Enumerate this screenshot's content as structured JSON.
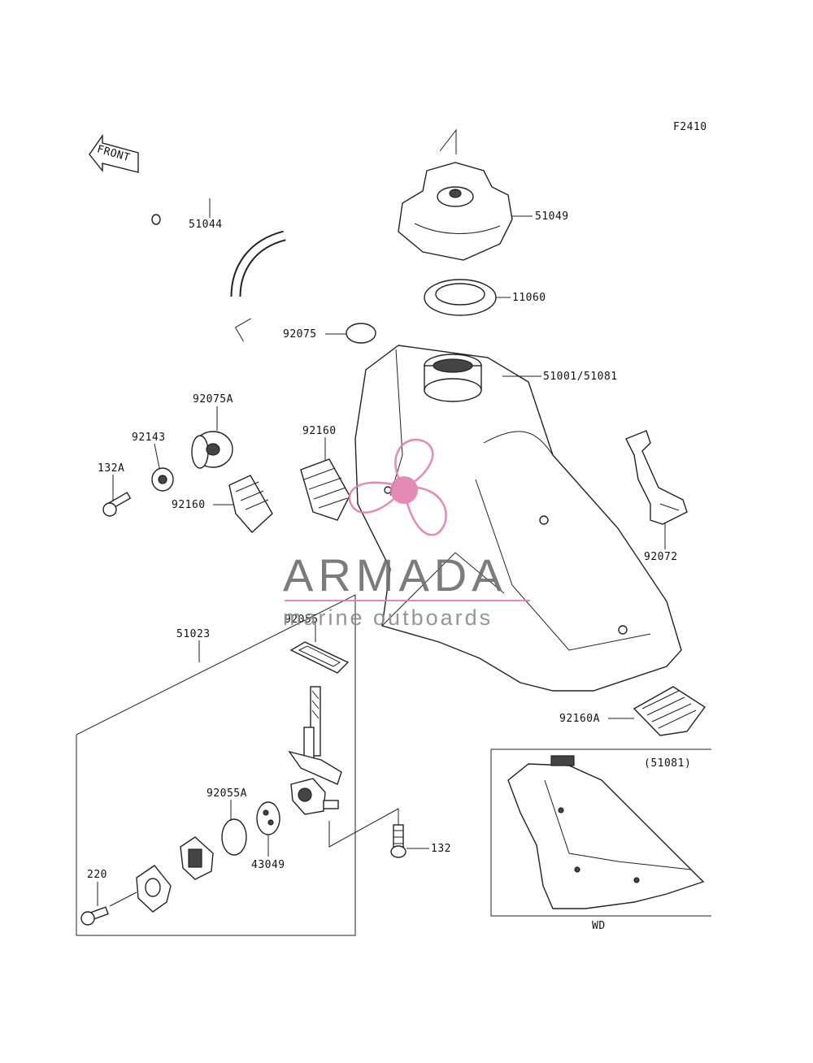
{
  "figure_code": "F2410",
  "front_label": "FRONT",
  "variant_label": "(51081)",
  "variant_model": "WD",
  "watermark": {
    "brand": "ARMADA",
    "tagline": "marine outboards",
    "accent_color": "#e07fae",
    "text_color": "#6e6e6e"
  },
  "parts": {
    "p51044": "51044",
    "p51049": "51049",
    "p11060": "11060",
    "p92075": "92075",
    "p51001": "51001/51081",
    "p92075A": "92075A",
    "p92143": "92143",
    "p132A": "132A",
    "p92160_left": "92160",
    "p92160_mid": "92160",
    "p92072": "92072",
    "p51023": "51023",
    "p92055": "92055",
    "p92160A": "92160A",
    "p92055A": "92055A",
    "p43049": "43049",
    "p132": "132",
    "p220": "220"
  }
}
